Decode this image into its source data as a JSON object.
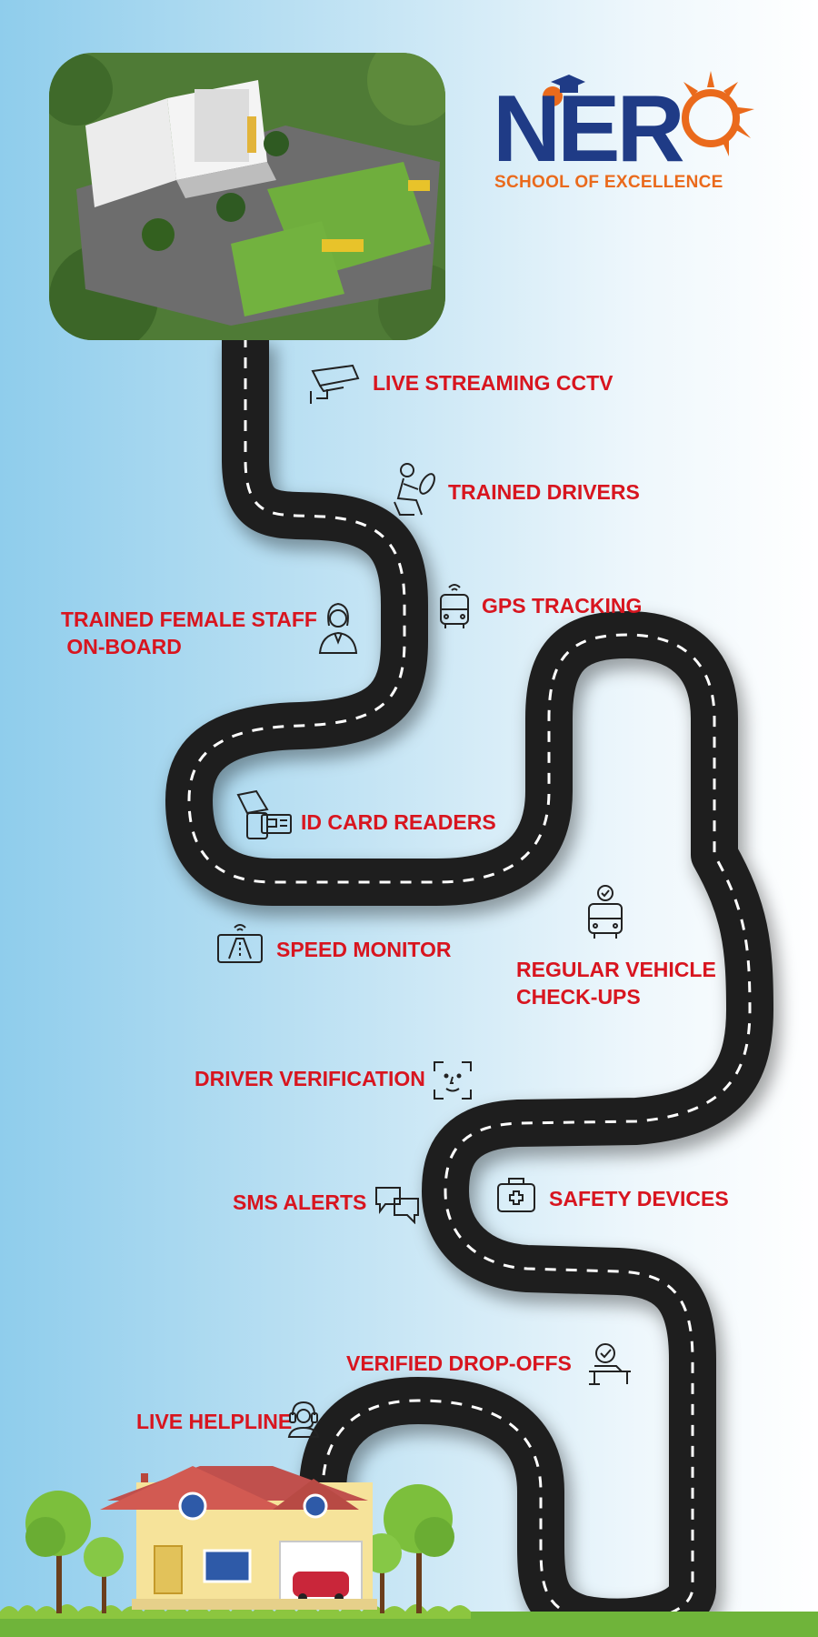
{
  "brand": {
    "logo_letters": "NER",
    "tagline": "SCHOOL OF EXCELLENCE",
    "colors": {
      "navy": "#1f3b86",
      "orange": "#ea6a1c",
      "label_red": "#d8151f",
      "road": "#1e1e1e"
    }
  },
  "features": [
    {
      "label": "LIVE STREAMING CCTV",
      "icon": "cctv-camera-icon"
    },
    {
      "label": "TRAINED DRIVERS",
      "icon": "driver-steering-icon"
    },
    {
      "label": "GPS TRACKING",
      "icon": "bus-gps-icon"
    },
    {
      "label_line1": "TRAINED FEMALE STAFF",
      "label_line2": " ON-BOARD",
      "icon": "female-staff-icon"
    },
    {
      "label": "ID CARD READERS",
      "icon": "id-card-reader-icon"
    },
    {
      "label": "SPEED MONITOR",
      "icon": "speed-monitor-icon"
    },
    {
      "label_line1": "REGULAR VEHICLE",
      "label_line2": "CHECK-UPS",
      "icon": "bus-check-icon"
    },
    {
      "label": "DRIVER VERIFICATION",
      "icon": "face-scan-icon"
    },
    {
      "label": "SMS ALERTS",
      "icon": "chat-bubbles-icon"
    },
    {
      "label": "SAFETY DEVICES",
      "icon": "first-aid-kit-icon"
    },
    {
      "label": "VERIFIED DROP-OFFS",
      "icon": "verified-drop-icon"
    },
    {
      "label": "LIVE HELPLINE",
      "icon": "headset-icon"
    }
  ]
}
